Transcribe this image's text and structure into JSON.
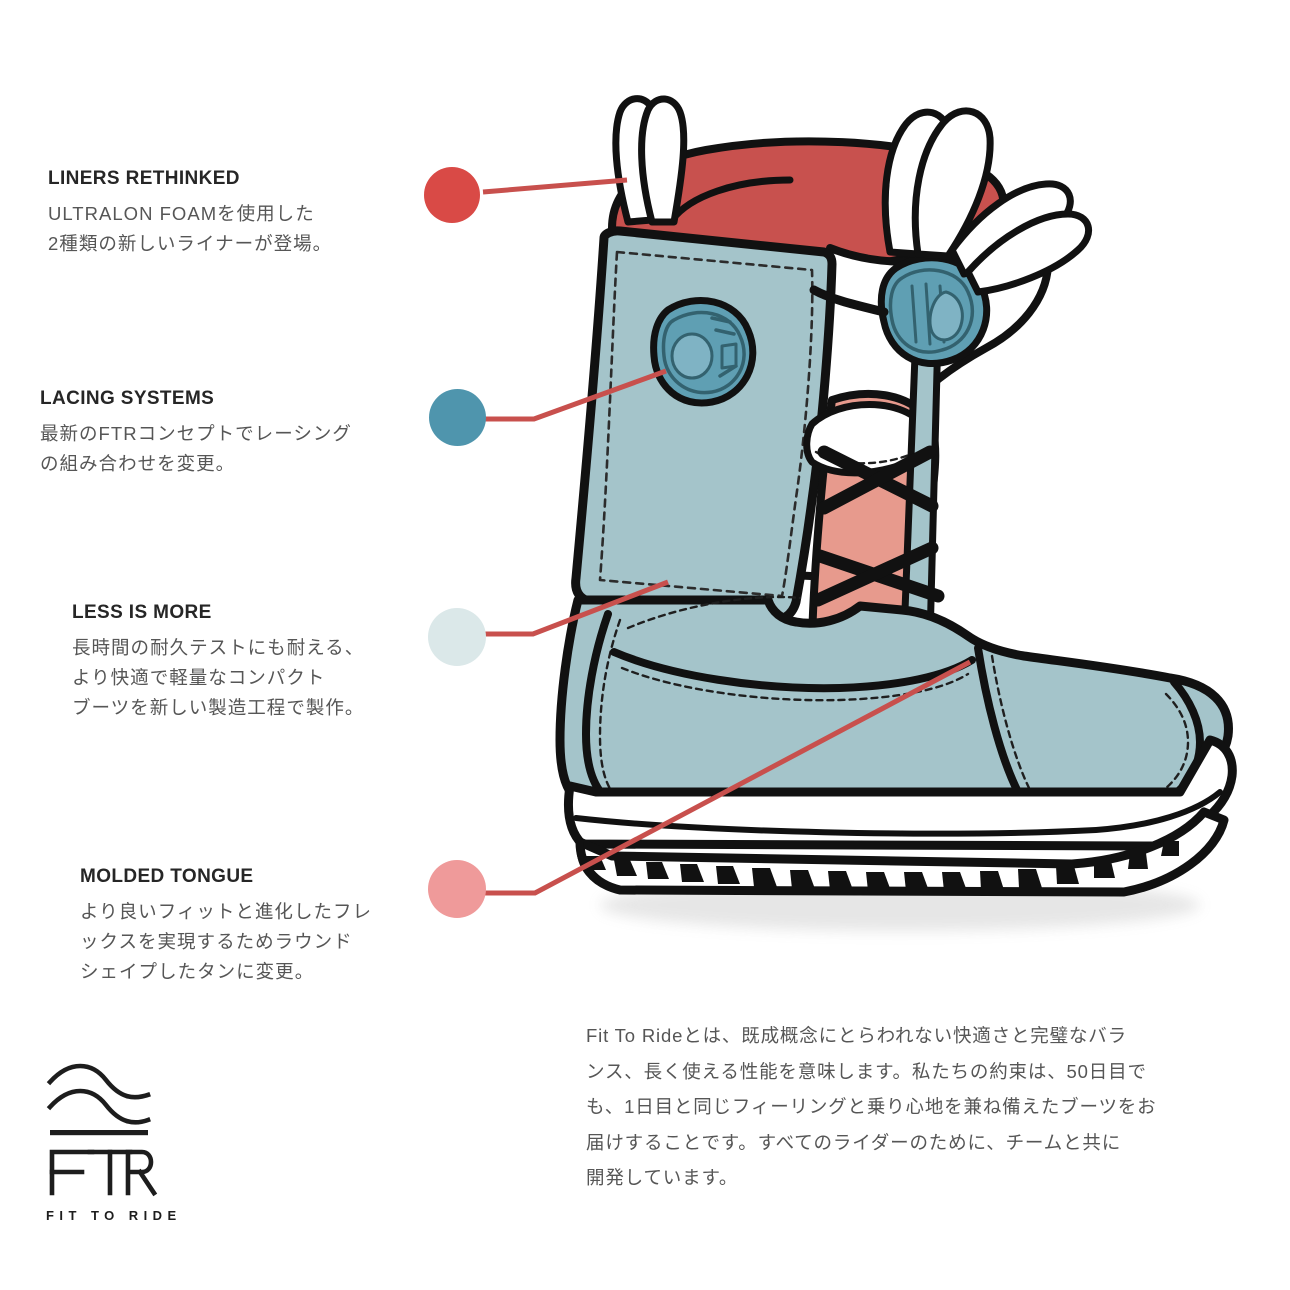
{
  "page": {
    "background_color": "#ffffff",
    "accent_line_color": "#c8504d"
  },
  "callouts": [
    {
      "key": "liners",
      "title": "LINERS RETHINKED",
      "dot_color": "#d94a46",
      "dot_name": "callout-dot-liners",
      "body_lines": [
        "ULTRALON FOAMを使用した",
        "2種類の新しいライナーが登場。"
      ]
    },
    {
      "key": "lacing",
      "title": "LACING SYSTEMS",
      "dot_color": "#4f95ad",
      "dot_name": "callout-dot-lacing",
      "body_lines": [
        "最新のFTRコンセプトでレーシング",
        "の組み合わせを変更。"
      ]
    },
    {
      "key": "less",
      "title": "LESS IS MORE",
      "dot_color": "#dbe8e9",
      "dot_name": "callout-dot-less",
      "body_lines": [
        "長時間の耐久テストにも耐える、",
        "より快適で軽量なコンパクト",
        "ブーツを新しい製造工程で製作。"
      ]
    },
    {
      "key": "tongue",
      "title": "MOLDED TONGUE",
      "dot_color": "#ef9a9a",
      "dot_name": "callout-dot-tongue",
      "body_lines": [
        "より良いフィットと進化したフレ",
        "ックスを実現するためラウンド",
        "シェイプしたタンに変更。"
      ]
    }
  ],
  "logo": {
    "wordmark": "FTR",
    "tagline": "FIT TO RIDE",
    "mark_name": "ftr-wave-mark"
  },
  "brand_paragraph": {
    "lines": [
      "Fit  To  Rideとは、既成概念にとらわれない快適さと完璧なバラ",
      "ンス、長く使える性能を意味します。私たちの約束は、50日目で",
      "も、1日目と同じフィーリングと乗り心地を兼ね備えたブーツをお",
      "届けすることです。すべてのライダーのために、チームと共に",
      "開発しています。"
    ]
  },
  "illustration": {
    "name": "snowboard-boot-illustration",
    "colors": {
      "shell_teal": "#a4c4ca",
      "liner_red": "#c8514e",
      "tongue_salmon": "#e79a8d",
      "dial_teal": "#5f9fb3",
      "outline": "#111111",
      "midsole_white": "#ffffff"
    }
  }
}
